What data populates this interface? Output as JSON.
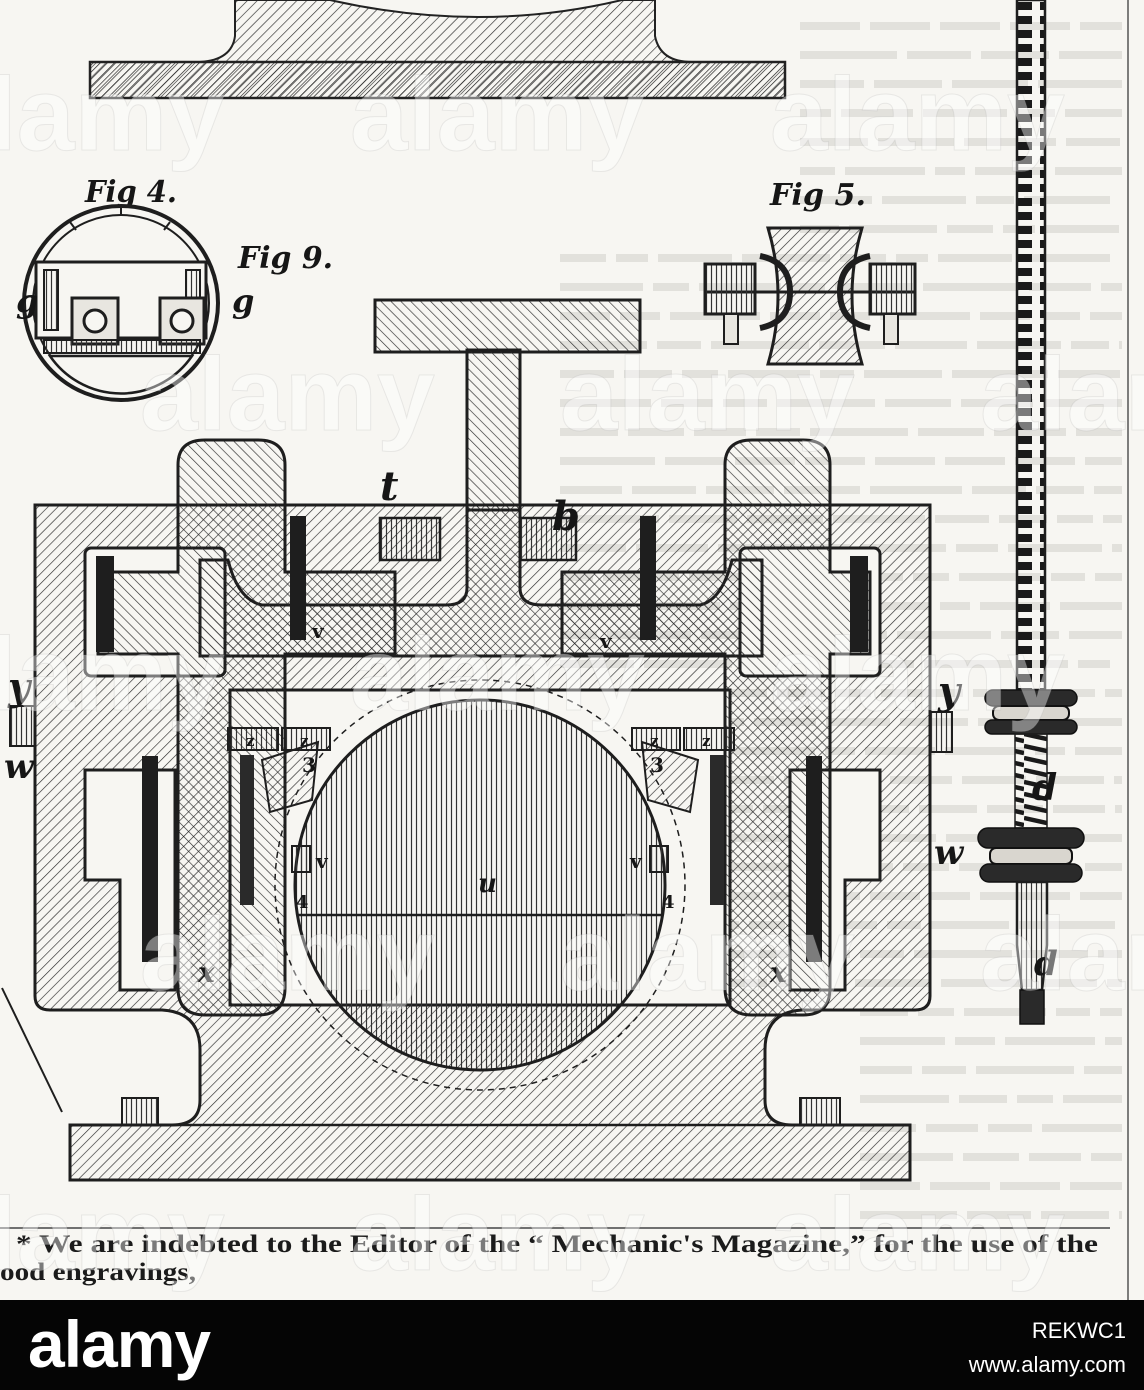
{
  "figures": {
    "fig4": "Fig 4.",
    "fig5": "Fig 5.",
    "fig9": "Fig 9."
  },
  "labels": {
    "g_left": "g",
    "g_right": "g",
    "t": "t",
    "b": "b",
    "v_top_left": "v",
    "v_top_right": "v",
    "z_1": "z",
    "z_2": "z",
    "z_3": "z",
    "z_4": "z",
    "three_left": "3",
    "three_right": "3",
    "v_low_left": "v",
    "v_low_right": "v",
    "u": "u",
    "four_left": "4",
    "four_right": "4",
    "y_left": "y",
    "y_right": "y",
    "w_left": "w",
    "w_right": "w",
    "d_upper": "d",
    "d_lower": "d",
    "x_left": "x",
    "x_right": "x"
  },
  "footnote": {
    "line1": "* We are indebted to the Editor of the “ Mechanic's Magazine,” for the use of the",
    "line2": "ood engravings,"
  },
  "watermark": {
    "text": "alamy"
  },
  "footer": {
    "logo": "alamy",
    "image_id": "REKWC1",
    "url": "www.alamy.com"
  },
  "colors": {
    "paper": "#f7f6f2",
    "ink": "#1e1e1e",
    "footer_bg": "#050505",
    "footer_text": "#ffffff"
  }
}
